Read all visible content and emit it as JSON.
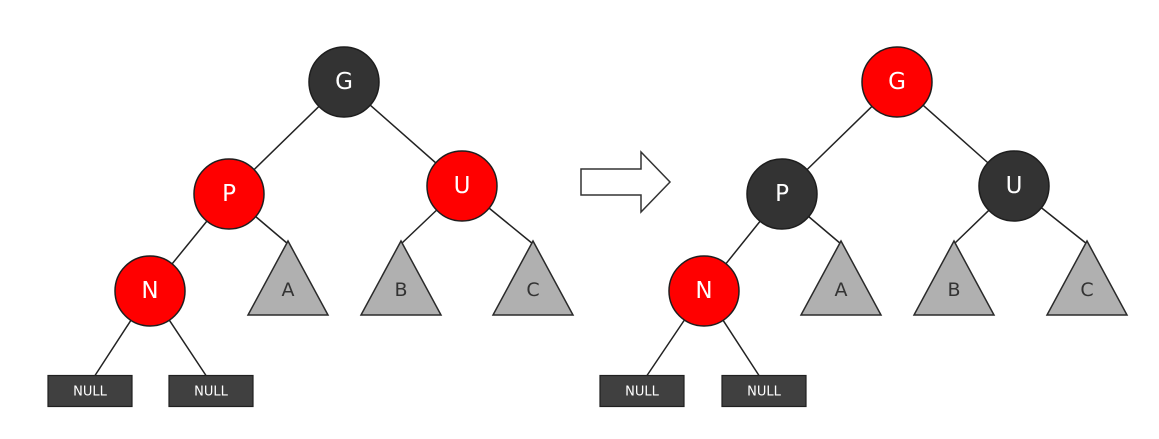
{
  "colors": {
    "red_node": "#ff0000",
    "black_node": "#333333",
    "subtree": "#b0b0b0",
    "null_leaf": "#404040",
    "label_on_dark": "#ffffff",
    "label_on_subtree": "#333333"
  },
  "trees": [
    {
      "id": "before",
      "nodes": [
        {
          "key": "G",
          "label": "G",
          "color": "black"
        },
        {
          "key": "P",
          "label": "P",
          "color": "red"
        },
        {
          "key": "U",
          "label": "U",
          "color": "red"
        },
        {
          "key": "N",
          "label": "N",
          "color": "red"
        }
      ],
      "subtrees": [
        {
          "key": "A",
          "label": "A"
        },
        {
          "key": "B",
          "label": "B"
        },
        {
          "key": "C",
          "label": "C"
        }
      ],
      "leaves": [
        {
          "key": "NULL1",
          "label": "NULL"
        },
        {
          "key": "NULL2",
          "label": "NULL"
        }
      ]
    },
    {
      "id": "after",
      "nodes": [
        {
          "key": "G",
          "label": "G",
          "color": "red"
        },
        {
          "key": "P",
          "label": "P",
          "color": "black"
        },
        {
          "key": "U",
          "label": "U",
          "color": "black"
        },
        {
          "key": "N",
          "label": "N",
          "color": "red"
        }
      ],
      "subtrees": [
        {
          "key": "A",
          "label": "A"
        },
        {
          "key": "B",
          "label": "B"
        },
        {
          "key": "C",
          "label": "C"
        }
      ],
      "leaves": [
        {
          "key": "NULL1",
          "label": "NULL"
        },
        {
          "key": "NULL2",
          "label": "NULL"
        }
      ]
    }
  ],
  "edges": [
    [
      "G",
      "P"
    ],
    [
      "G",
      "U"
    ],
    [
      "P",
      "N"
    ],
    [
      "P",
      "A"
    ],
    [
      "U",
      "B"
    ],
    [
      "U",
      "C"
    ],
    [
      "N",
      "NULL1"
    ],
    [
      "N",
      "NULL2"
    ]
  ],
  "transition_arrow_icon": "right-arrow-outline-icon"
}
